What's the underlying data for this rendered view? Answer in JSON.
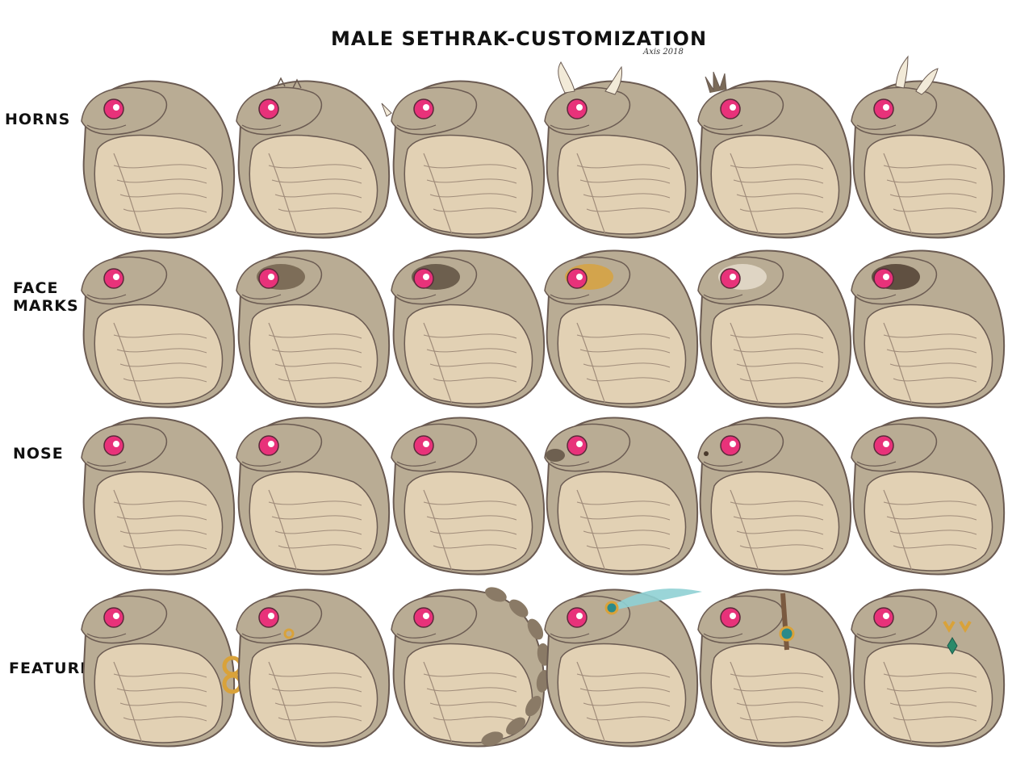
{
  "title": "MALE SETHRAK-CUSTOMIZATION",
  "signature": "Axis 2018",
  "rows": [
    {
      "label_lines": [
        "HORNS"
      ],
      "variants": [
        "none",
        "small-nubs",
        "white-tusks-spiky-crest",
        "long-curved-horns",
        "feathery-spikes",
        "white-dragon-horns"
      ]
    },
    {
      "label_lines": [
        "FACE",
        "MARKS"
      ],
      "variants": [
        "none",
        "dark-patches",
        "eye-stripe",
        "gold-ring-mark",
        "pale-mask",
        "dark-crown-stripes"
      ]
    },
    {
      "label_lines": [
        "NOSE"
      ],
      "variants": [
        "round",
        "flat",
        "narrow",
        "dark-snout",
        "nostril-dots",
        "smooth"
      ]
    },
    {
      "label_lines": [
        "FEATURES"
      ],
      "variants": [
        "back-rings",
        "lip-rings",
        "back-spikes",
        "feather-headdress",
        "leather-strap-amulet",
        "gold-spikes-pendant"
      ]
    }
  ],
  "palette": {
    "skin": "#b9ac94",
    "belly": "#e2d1b4",
    "outline": "#6b5b52",
    "eye": "#e8327a",
    "gold": "#d9a23a",
    "teal": "#8fd0d4"
  }
}
